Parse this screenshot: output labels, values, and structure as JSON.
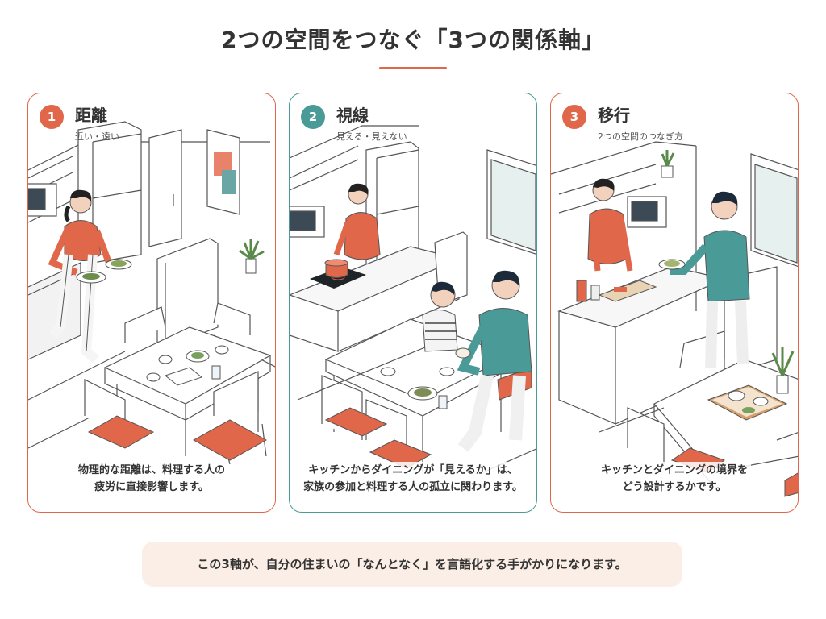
{
  "title": "2つの空間をつなぐ「3つの関係軸」",
  "colors": {
    "accent": "#e0674a",
    "teal": "#4a9a98"
  },
  "panels": [
    {
      "number": "1",
      "title": "距離",
      "subtitle": "近い・遠い",
      "caption_line1": "物理的な距離は、料理する人の",
      "caption_line2": "疲労に直接影響します。"
    },
    {
      "number": "2",
      "title": "視線",
      "subtitle": "見える・見えない",
      "caption_line1": "キッチンからダイニングが「見えるか」は、",
      "caption_line2": "家族の参加と料理する人の孤立に関わります。"
    },
    {
      "number": "3",
      "title": "移行",
      "subtitle": "2つの空間のつなぎ方",
      "caption_line1": "キッチンとダイニングの境界を",
      "caption_line2": "どう設計するかです。"
    }
  ],
  "footer": "この3軸が、自分の住まいの「なんとなく」を言語化する手がかりになります。"
}
